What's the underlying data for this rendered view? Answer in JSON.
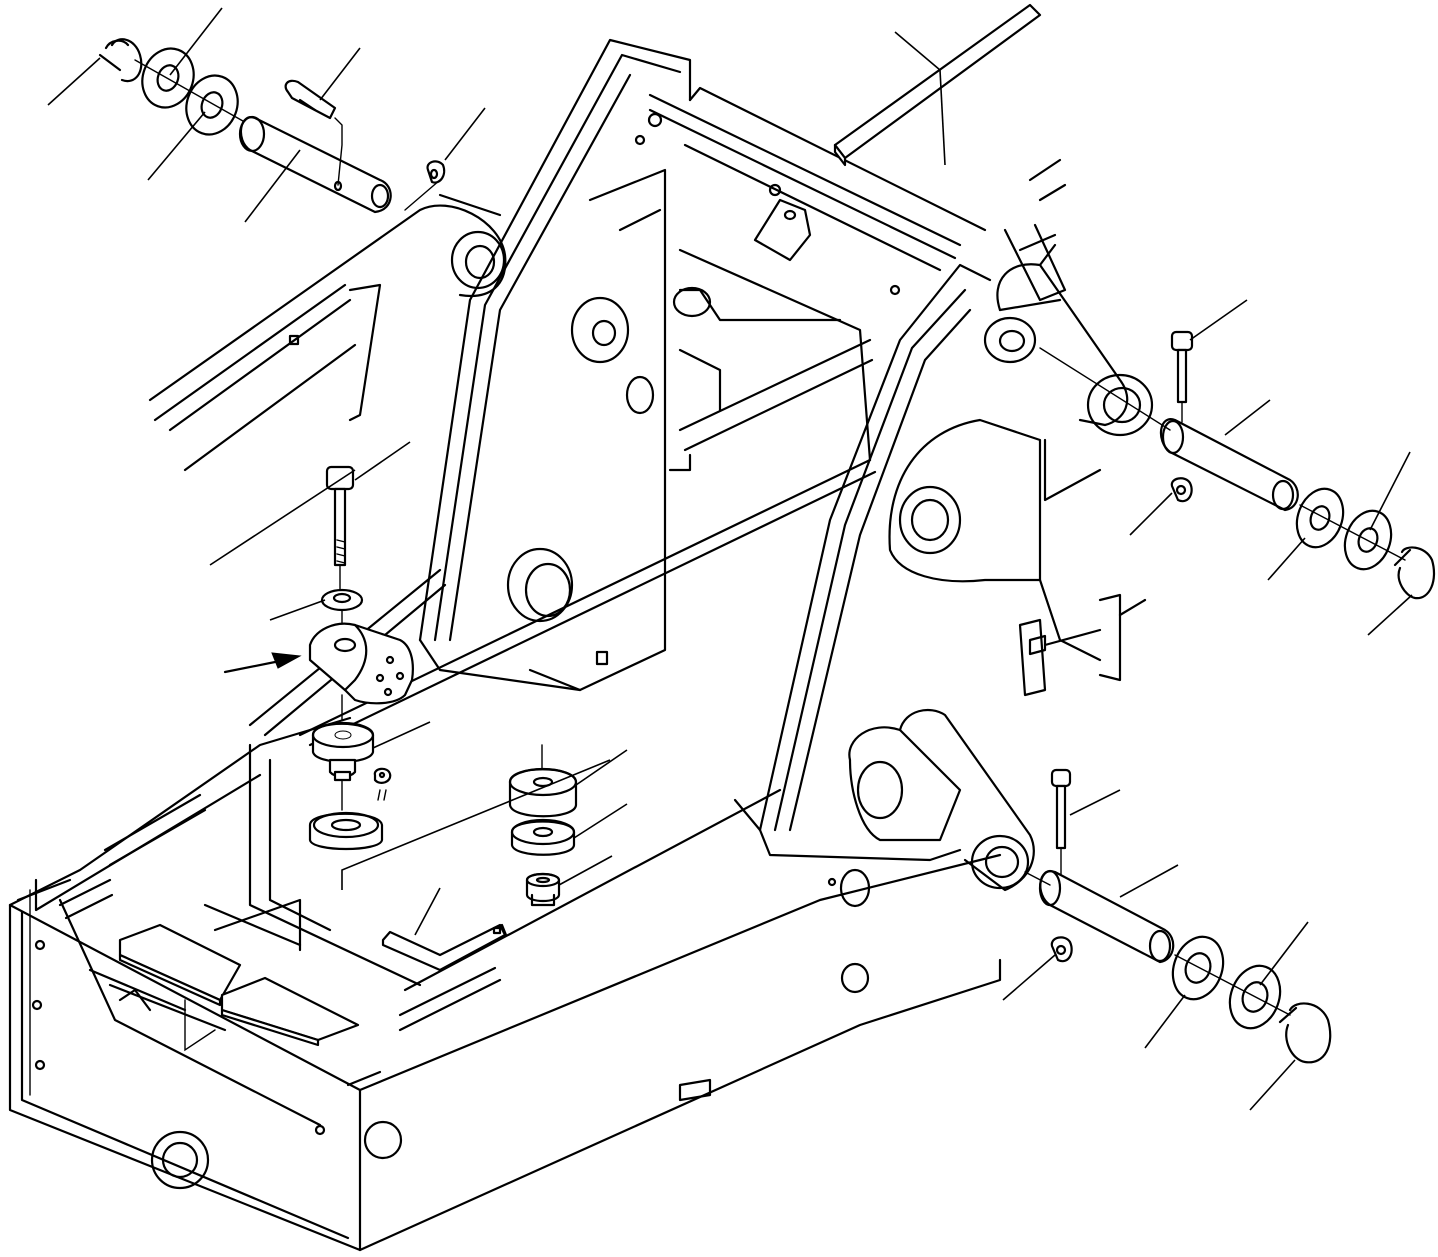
{
  "diagram": {
    "part_callouts": [
      "retaining-ring-top-left",
      "washer-top-left-outer",
      "washer-top-left-inner",
      "pin-top-left",
      "bolt-top-left",
      "nut-top-left",
      "weatherstrip-bar-top",
      "bolt-right-upper",
      "pin-right-upper",
      "nut-right-upper",
      "washer-right-upper-inner",
      "washer-right-upper-outer",
      "retaining-ring-right-upper",
      "mount-bolt-center",
      "mount-washer-center",
      "mount-bracket-center",
      "rubber-mount-upper-center",
      "rubber-mount-lower-center",
      "rubber-washer-center",
      "mount-nut-center",
      "hex-wrench",
      "pad-left",
      "bolt-right-lower",
      "pin-right-lower",
      "nut-right-lower",
      "washer-right-lower-inner",
      "washer-right-lower-outer",
      "retaining-ring-right-lower"
    ]
  }
}
